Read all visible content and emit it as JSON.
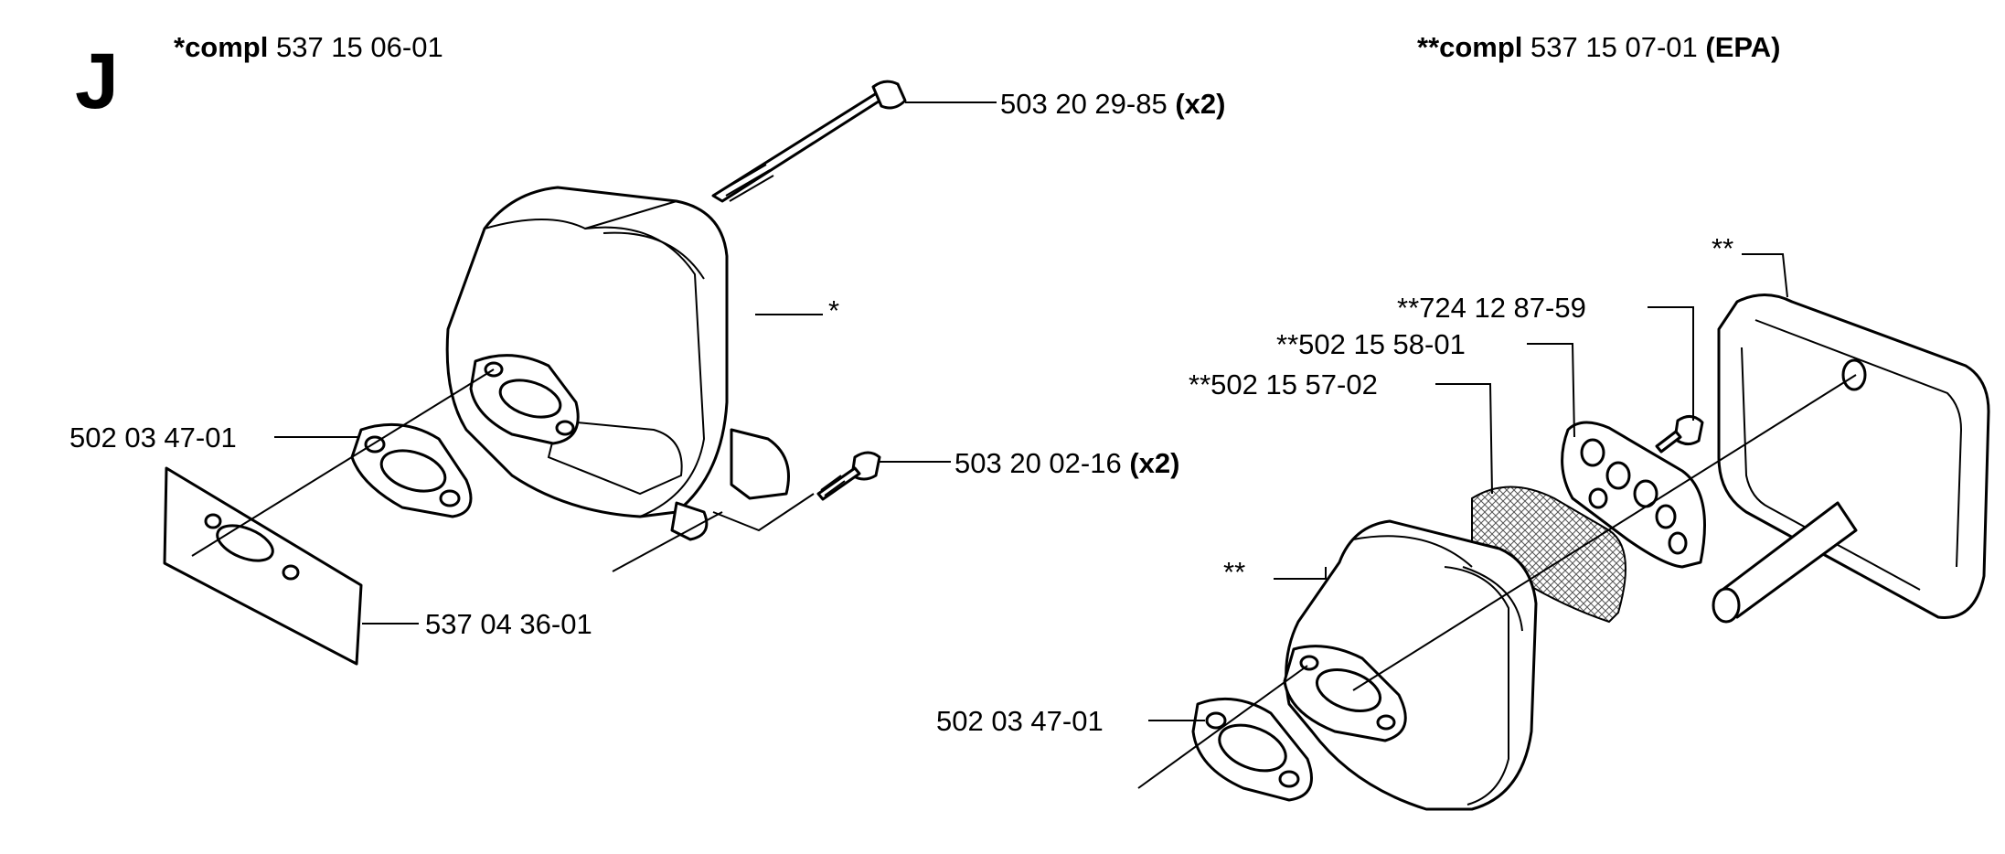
{
  "section_letter": "J",
  "kit_left": {
    "prefix": "*compl",
    "number": " 537 15 06-01"
  },
  "kit_right": {
    "prefix": "**compl",
    "number": " 537 15 07-01 ",
    "suffix": "(EPA)"
  },
  "callouts": {
    "bolt_long": {
      "part": "503 20 29-85 ",
      "qty": "(x2)"
    },
    "muffler_left_marker": "*",
    "gasket_left": "502 03 47-01",
    "screw_short": {
      "part": "503 20 02-16 ",
      "qty": "(x2)"
    },
    "plate_left": "537 04 36-01",
    "cover_marker": "**",
    "screw_right": "**724 12 87-59",
    "plate_right": "**502 15 58-01",
    "screen_right": "**502 15 57-02",
    "muffler_right_marker": "**",
    "gasket_right": "502 03 47-01"
  }
}
